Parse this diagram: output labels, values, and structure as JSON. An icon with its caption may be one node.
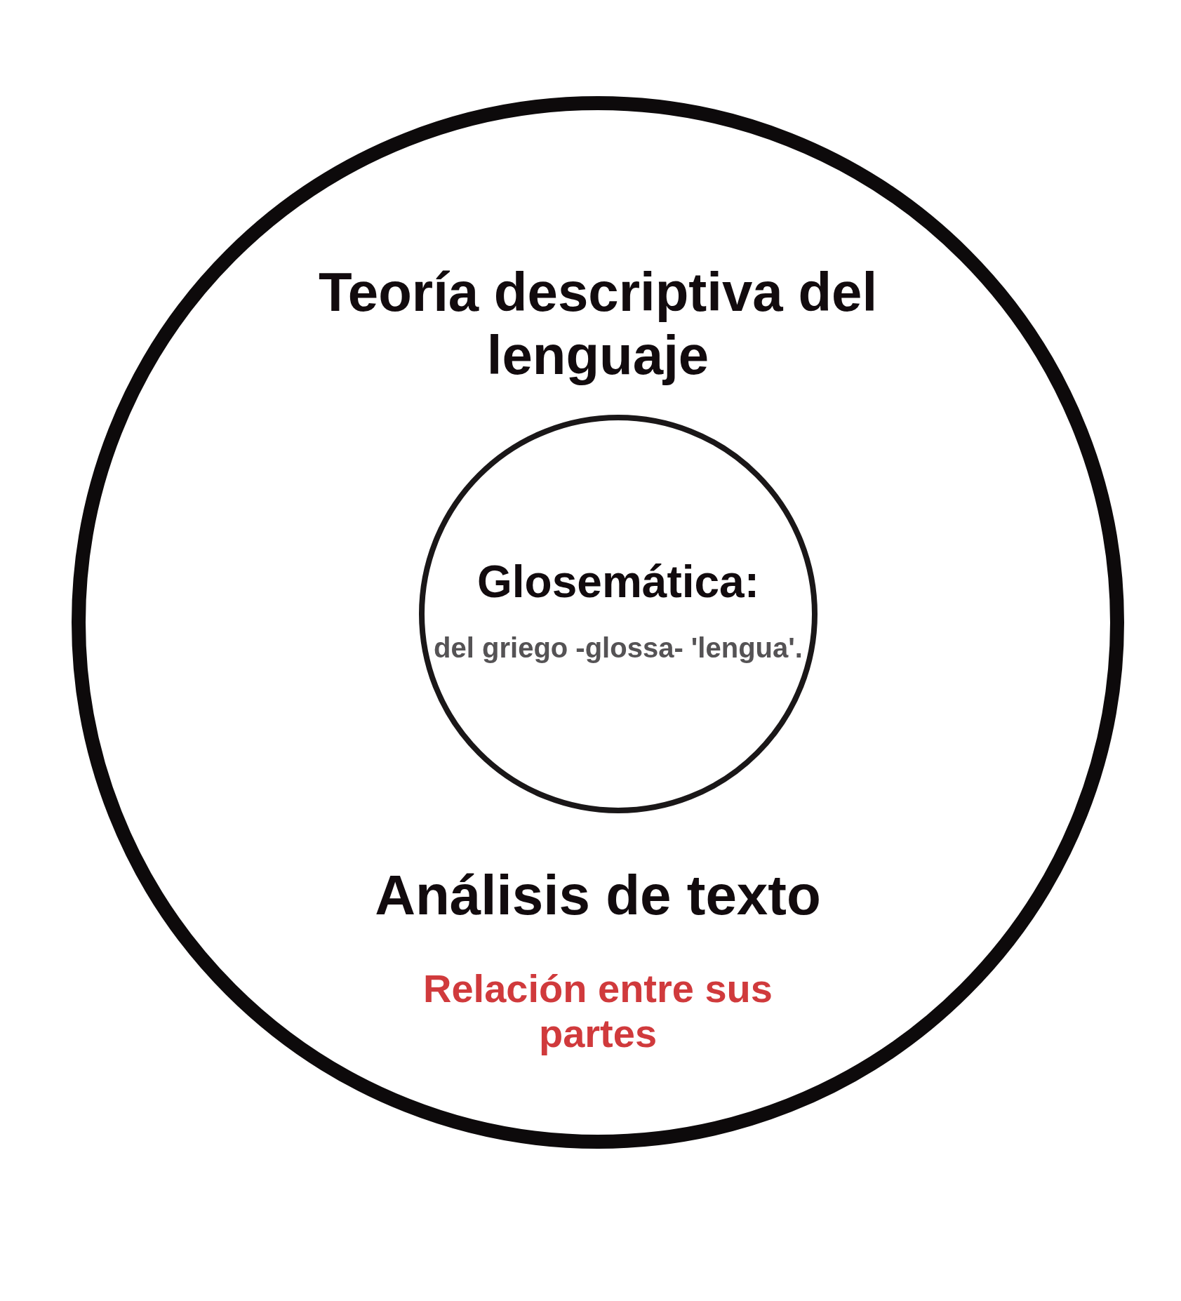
{
  "diagram": {
    "nodes": [
      {
        "text": [
          "Teoría descriptiva del lenguaje",
          "Análisis de texto",
          "Relación entre sus partes"
        ]
      },
      {
        "text": [
          "Glosemática:",
          "del griego -glossa- 'lengua'."
        ],
        "in": 0
      }
    ],
    "edges": []
  }
}
